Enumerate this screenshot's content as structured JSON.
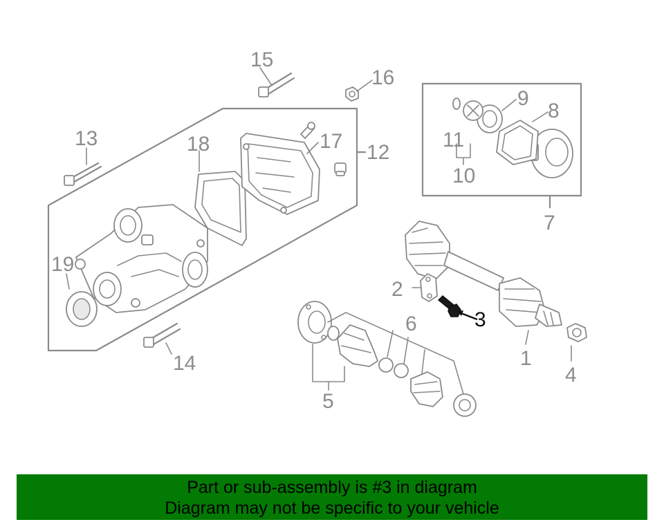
{
  "callouts": {
    "c1": "1",
    "c2": "2",
    "c3": "3",
    "c4": "4",
    "c5": "5",
    "c6": "6",
    "c7": "7",
    "c8": "8",
    "c9": "9",
    "c10": "10",
    "c11": "11",
    "c12": "12",
    "c13": "13",
    "c14": "14",
    "c15": "15",
    "c16": "16",
    "c17": "17",
    "c18": "18",
    "c19": "19"
  },
  "highlighted_part": "3",
  "banner": {
    "line1": "Part or sub-assembly is #3 in diagram",
    "line2": "Diagram may not be specific to your vehicle",
    "background_color": "#037a03"
  }
}
